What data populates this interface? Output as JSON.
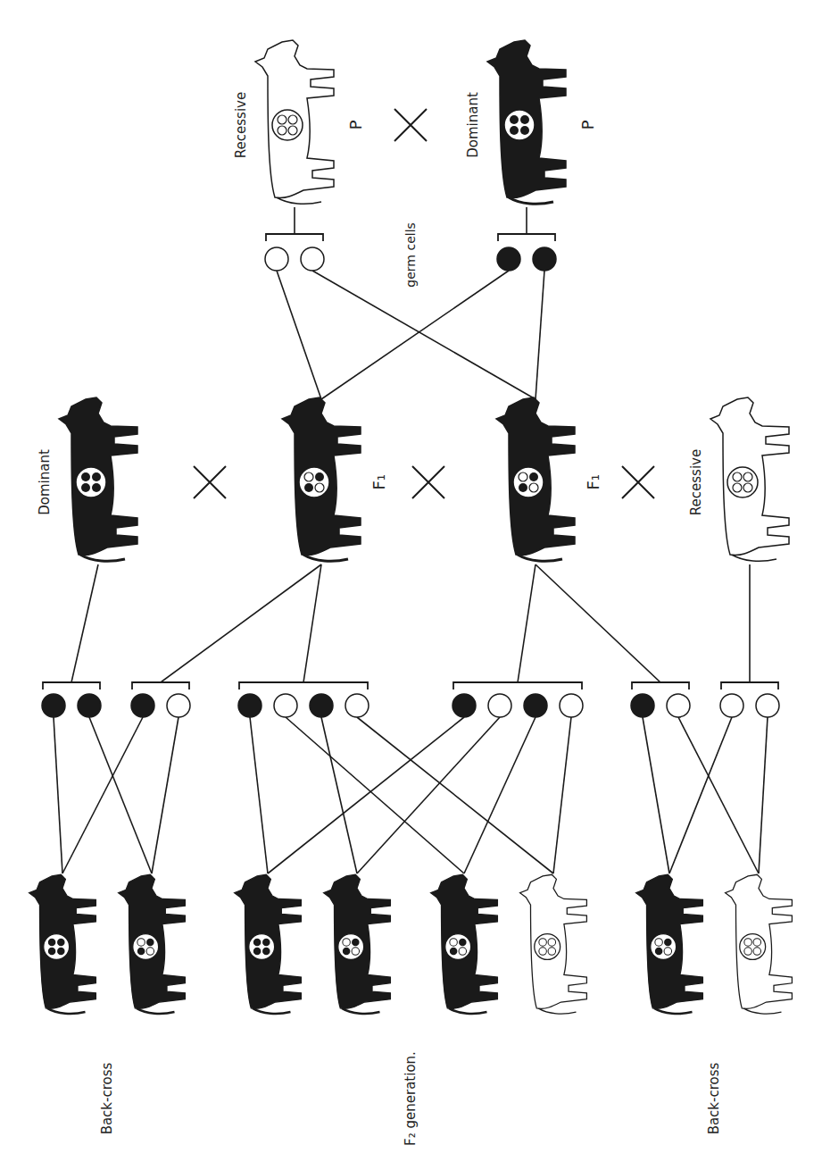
{
  "diagram": {
    "labels": [
      "Recessive",
      "P",
      "Dominant",
      "P",
      "germ cells",
      "Dominant",
      "F₁",
      "F₁",
      "Recessive",
      "Back-cross",
      "F₂ generation.",
      "Back-cross"
    ]
  }
}
